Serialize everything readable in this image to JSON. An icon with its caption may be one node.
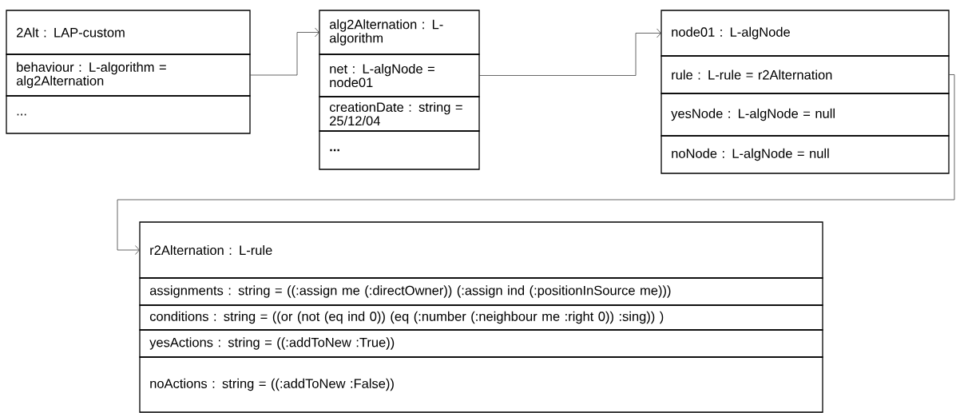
{
  "diagram": {
    "nodes": [
      {
        "text": [
          "2Alt : LAP-custom",
          "behaviour : L-algorithm = alg2Alternation",
          "..."
        ]
      },
      {
        "text": [
          "alg2Alternation : L-algorithm",
          "net : L-algNode = node01",
          "creationDate : string = 25/12/04",
          "..."
        ]
      },
      {
        "text": [
          "node01 : L-algNode",
          "rule : L-rule = r2Alternation",
          "yesNode : L-algNode = null",
          "noNode : L-algNode = null"
        ]
      },
      {
        "text": [
          "r2Alternation : L-rule",
          "assignments : string = ((:assign me (:directOwner)) (:assign ind (:positionInSource me)))",
          "conditions : string = ((or (not (eq ind 0))  (eq (:number (:neighbour me :right 0)) :sing)) )",
          "yesActions : string = ((:addToNew :True))",
          "noActions : string = ((:addToNew :False))"
        ]
      }
    ],
    "edges": [
      {
        "from": 0,
        "to": 1,
        "arrow": "to"
      },
      {
        "from": 1,
        "to": 2,
        "arrow": "to"
      },
      {
        "from": 2,
        "to": 3,
        "arrow": "to"
      }
    ]
  }
}
